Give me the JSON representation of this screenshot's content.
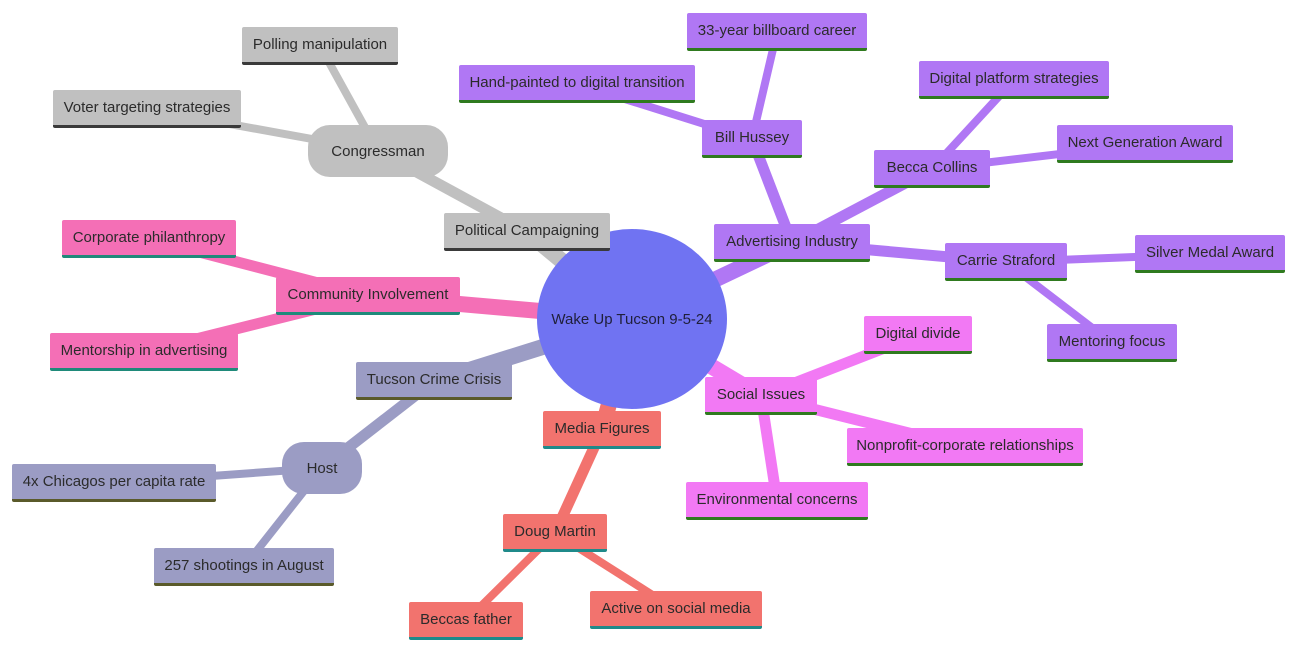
{
  "mindmap": {
    "root": {
      "id": "root",
      "label": "Wake Up Tucson 9-5-24"
    },
    "branches": [
      {
        "id": "political",
        "label": "Political Campaigning",
        "color": "#c0c0c0",
        "underline": "#3a3a3a",
        "children": [
          {
            "id": "congressman",
            "label": "Congressman",
            "children": [
              {
                "id": "polling",
                "label": "Polling manipulation"
              },
              {
                "id": "voter",
                "label": "Voter targeting strategies"
              }
            ]
          }
        ]
      },
      {
        "id": "advertising",
        "label": "Advertising Industry",
        "color": "#b077f4",
        "underline": "#2f7a1f",
        "children": [
          {
            "id": "bill",
            "label": "Bill Hussey",
            "children": [
              {
                "id": "billboard",
                "label": "33-year billboard career"
              },
              {
                "id": "handpainted",
                "label": "Hand-painted to digital transition"
              }
            ]
          },
          {
            "id": "becca",
            "label": "Becca Collins",
            "children": [
              {
                "id": "digitalplat",
                "label": "Digital platform strategies"
              },
              {
                "id": "nextgen",
                "label": "Next Generation Award"
              }
            ]
          },
          {
            "id": "carrie",
            "label": "Carrie Straford",
            "children": [
              {
                "id": "silver",
                "label": "Silver Medal Award"
              },
              {
                "id": "mentoring",
                "label": "Mentoring focus"
              }
            ]
          }
        ]
      },
      {
        "id": "community",
        "label": "Community Involvement",
        "color": "#f46fb6",
        "underline": "#1f8a7a",
        "children": [
          {
            "id": "philanthropy",
            "label": "Corporate philanthropy"
          },
          {
            "id": "mentorship",
            "label": "Mentorship in advertising"
          }
        ]
      },
      {
        "id": "crime",
        "label": "Tucson Crime Crisis",
        "color": "#9b9cc4",
        "underline": "#5a5a2a",
        "children": [
          {
            "id": "host",
            "label": "Host",
            "children": [
              {
                "id": "chicagos",
                "label": "4x Chicagos per capita rate"
              },
              {
                "id": "shootings",
                "label": "257 shootings in August"
              }
            ]
          }
        ]
      },
      {
        "id": "media",
        "label": "Media Figures",
        "color": "#f2736e",
        "underline": "#1f8a8a",
        "children": [
          {
            "id": "doug",
            "label": "Doug Martin",
            "children": [
              {
                "id": "beccas",
                "label": "Beccas father"
              },
              {
                "id": "social_media",
                "label": "Active on social media"
              }
            ]
          }
        ]
      },
      {
        "id": "social",
        "label": "Social Issues",
        "color": "#f279f4",
        "underline": "#2f7a1f",
        "children": [
          {
            "id": "divide",
            "label": "Digital divide"
          },
          {
            "id": "nonprofit",
            "label": "Nonprofit-corporate relationships"
          },
          {
            "id": "environment",
            "label": "Environmental concerns"
          }
        ]
      }
    ]
  }
}
